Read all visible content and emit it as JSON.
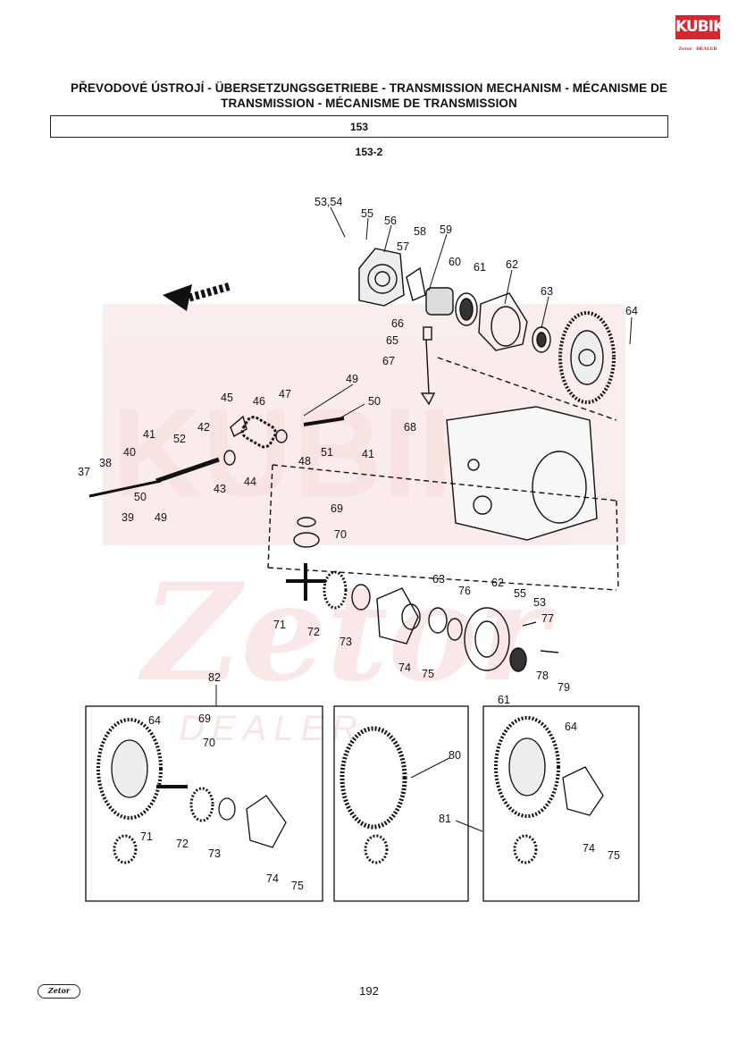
{
  "header": {
    "title": "PŘEVODOVÉ ÚSTROJÍ - ÜBERSETZUNGSGETRIEBE - TRANSMISSION MECHANISM - MÉCANISME DE TRANSMISSION - MÉCANISME DE TRANSMISSION",
    "section": "153",
    "subsection": "153-2"
  },
  "logo": {
    "top": "KUBIK",
    "bottom": "Zetor",
    "tag": "DEALER"
  },
  "footer": {
    "page": "192",
    "brand": "Zetor"
  },
  "watermark": {
    "text1": "KUBIK",
    "text2": "Zetor",
    "text3": "DEALER",
    "color": "#f3d3d3"
  },
  "callouts": [
    "53,54",
    "55",
    "56",
    "57",
    "58",
    "59",
    "60",
    "61",
    "62",
    "63",
    "64",
    "66",
    "65",
    "67",
    "68",
    "49",
    "50",
    "45",
    "46",
    "47",
    "48",
    "51",
    "41",
    "42",
    "52",
    "41",
    "40",
    "38",
    "37",
    "39",
    "50",
    "49",
    "43",
    "44",
    "69",
    "70",
    "63",
    "76",
    "62",
    "55",
    "53",
    "77",
    "71",
    "72",
    "73",
    "74",
    "75",
    "78",
    "79",
    "61",
    "82",
    "64",
    "69",
    "70",
    "71",
    "72",
    "73",
    "74",
    "75",
    "80",
    "81",
    "64",
    "74",
    "75"
  ]
}
